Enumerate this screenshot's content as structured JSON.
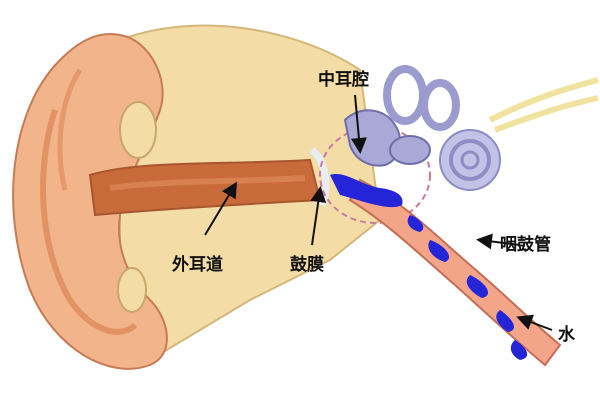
{
  "labels": {
    "middle_ear": "中耳腔",
    "ear_canal": "外耳道",
    "eardrum": "鼓膜",
    "eustachian_tube": "咽鼓管",
    "water": "水"
  },
  "colors": {
    "skin": "#f2b48a",
    "skin_dark": "#d77b4a",
    "canal": "#c96a3a",
    "bone": "#f4dca6",
    "ossicle": "#a9a8d6",
    "water": "#2424d8",
    "tube": "#f3a58a",
    "dashed_circle": "#c87aa0"
  }
}
